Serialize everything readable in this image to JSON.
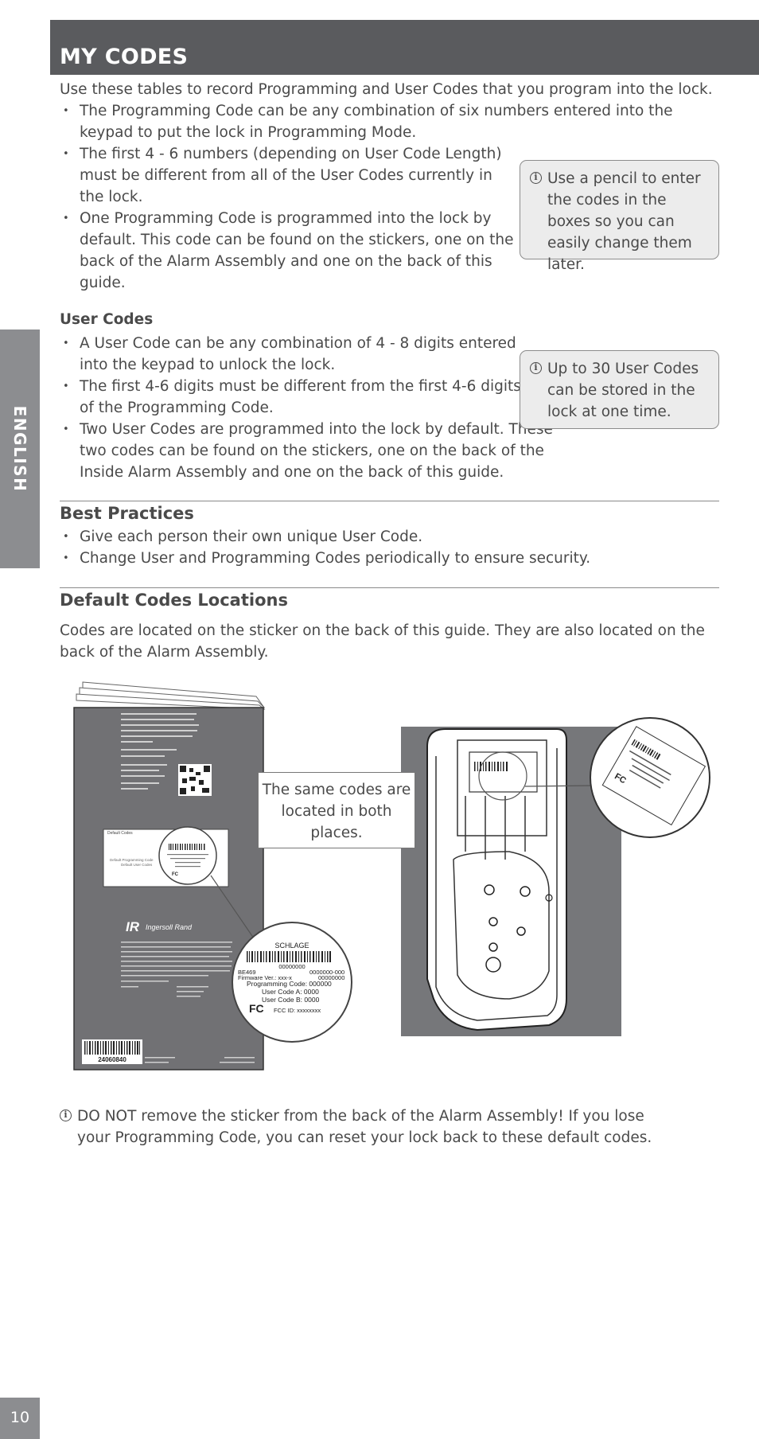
{
  "header": {
    "title": "MY CODES"
  },
  "side_tab": {
    "label": "ENGLISH"
  },
  "page_number": "10",
  "intro": "Use these tables to record Programming and User Codes that you program into the lock.",
  "programming_bullets": [
    "The Programming Code can be any combination of six numbers entered into the keypad to put the lock in Programming Mode.",
    "The first 4 - 6 numbers (depending on User Code Length) must be different from all of the User Codes currently in the lock.",
    "One Programming Code is programmed into the lock by default. This code can be found on the stickers, one on the back of the Alarm Assembly and one on the back of this guide."
  ],
  "note_pencil": "Use a pencil to enter the codes in the boxes so you can easily change them later.",
  "user_codes": {
    "title": "User Codes",
    "bullets": [
      "A User Code can be any combination of 4 - 8 digits entered into the keypad to unlock the lock.",
      "The first 4-6 digits must be different from the first 4-6 digits of the Programming Code.",
      "Two User Codes are programmed into the lock by default. These two codes can be found on the stickers, one on the back of the Inside Alarm Assembly and one on the back of this guide."
    ],
    "note": "Up to 30 User Codes can be stored in the lock at one time."
  },
  "best_practices": {
    "title": "Best Practices",
    "bullets": [
      "Give each person their own unique User Code.",
      "Change User and Programming Codes periodically to ensure security."
    ]
  },
  "default_codes": {
    "title": "Default Codes Locations",
    "text": "Codes are located on the sticker on the back of this guide. They are also located on the back of the Alarm Assembly."
  },
  "figure": {
    "callout": "The same codes are located in both places.",
    "sticker": {
      "brand": "SCHLAGE",
      "serial": "00000000",
      "model": "BE469",
      "code_right_1": "0000000-000",
      "code_right_2": "00000000",
      "firmware": "Firmware Ver.: xxx-x",
      "programming": "Programming Code: 000000",
      "user_a": "User Code A: 0000",
      "user_b": "User Code B: 0000",
      "fcc_mark": "FC",
      "fcc": "FCC ID: xxxxxxxx"
    },
    "guide_back": {
      "barcode_number": "24060840",
      "default_codes_label": "Default Codes",
      "default_programming_label": "Default Programming Code",
      "default_user_label": "Default User Codes",
      "logo": "Ingersoll Rand"
    }
  },
  "warning": "DO NOT remove the sticker from the back of the Alarm Assembly! If you lose your Programming Code, you can reset your lock back to these default codes."
}
